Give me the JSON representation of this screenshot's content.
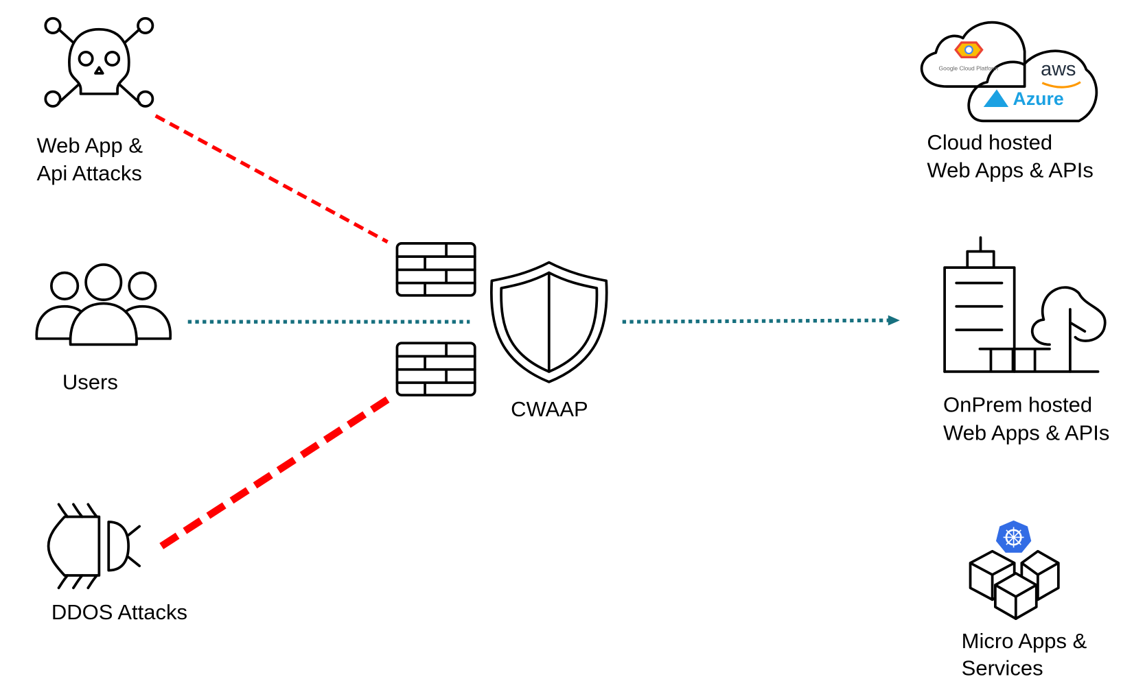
{
  "nodes": {
    "web_attacks": {
      "line1": "Web App &",
      "line2": "Api Attacks",
      "icon": "skull-crossbones-icon"
    },
    "users": {
      "label": "Users",
      "icon": "users-group-icon"
    },
    "ddos": {
      "label": "DDOS Attacks",
      "icon": "bug-icon"
    },
    "cwaap": {
      "label": "CWAAP",
      "icon": "shield-icon"
    },
    "cloud": {
      "line1": "Cloud  hosted",
      "line2": "Web Apps  & APIs",
      "logos": [
        "Google Cloud Platform",
        "aws",
        "Azure"
      ]
    },
    "onprem": {
      "line1": "OnPrem  hosted",
      "line2": "Web Apps  & APIs",
      "icon": "building-tree-icon"
    },
    "micro": {
      "line1": "Micro Apps  &",
      "line2": "Services",
      "icon": "kubernetes-cubes-icon"
    }
  },
  "colors": {
    "attack_line": "#ff0000",
    "traffic_line": "#17707f",
    "azure": "#1ba1e2",
    "aws_arrow": "#f90",
    "kubernetes": "#326ce5"
  }
}
